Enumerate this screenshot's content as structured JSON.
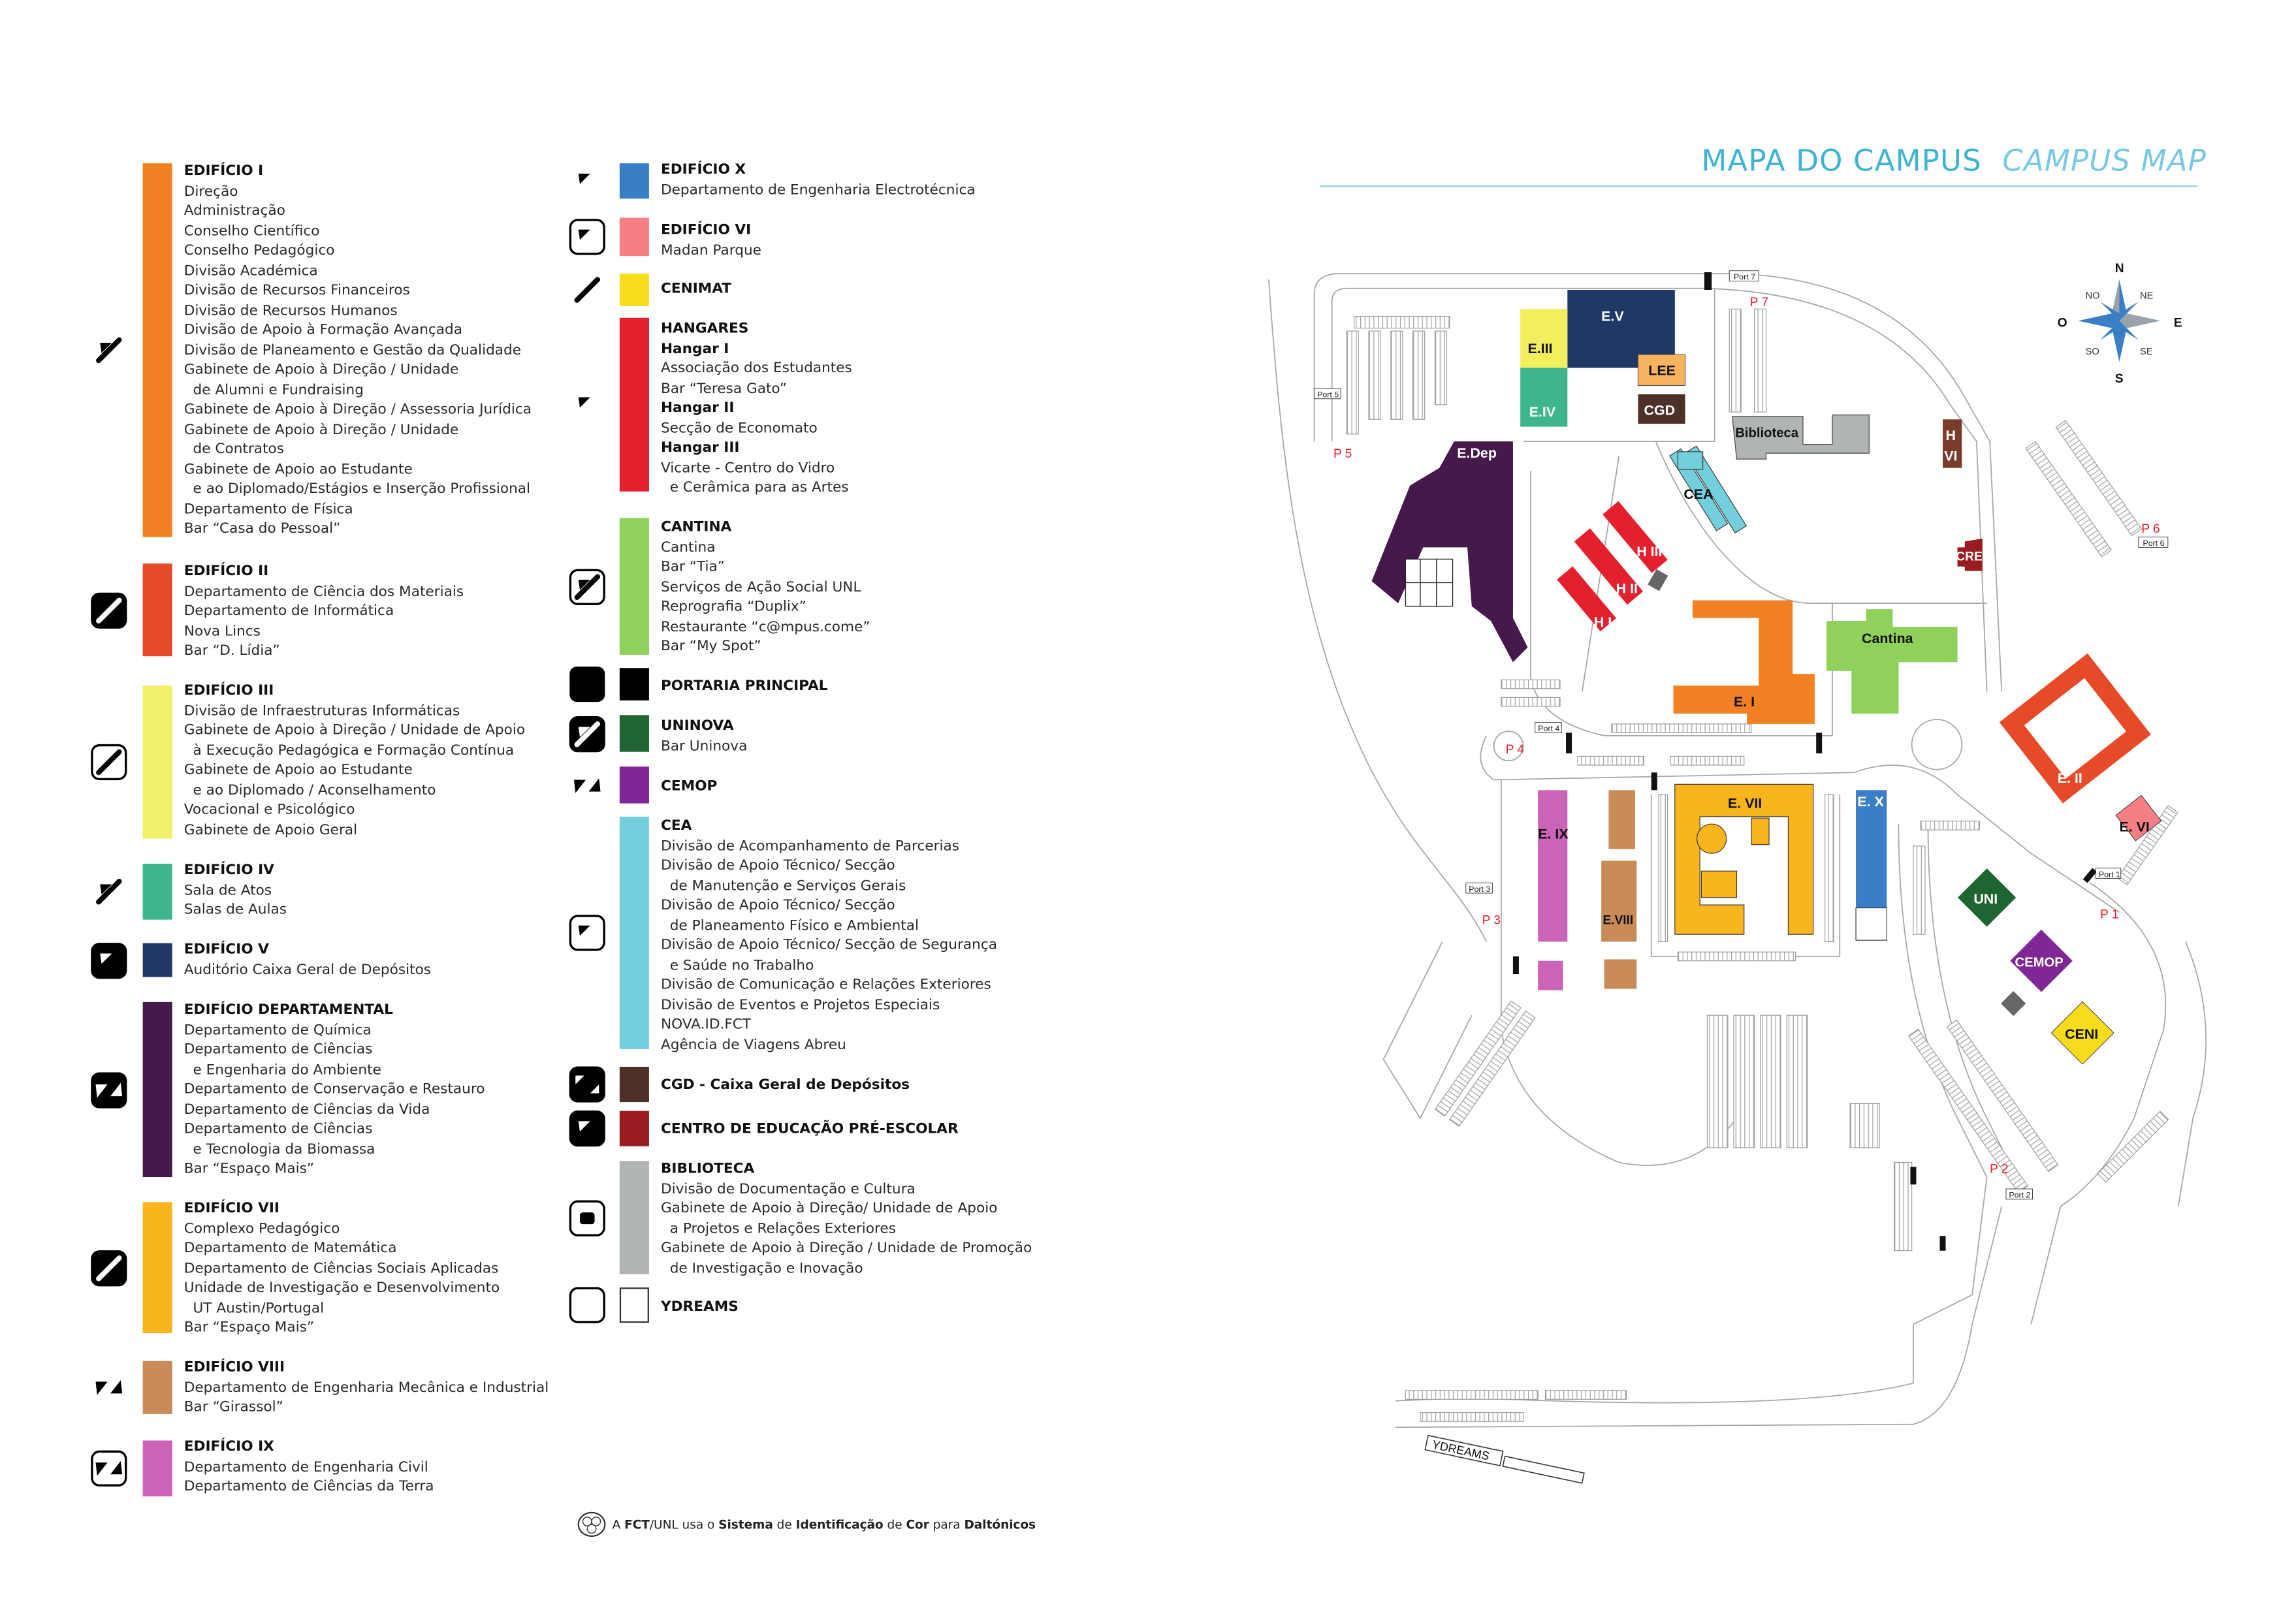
{
  "title": {
    "pt": "MAPA DO CAMPUS",
    "en": "CAMPUS MAP"
  },
  "legend": [
    {
      "icon": "add-orange-icon",
      "color": "#f28123",
      "title": "EDIFÍCIO I",
      "lines": [
        "Direção",
        "Administração",
        "Conselho Científico",
        "Conselho Pedagógico",
        "Divisão Académica",
        "Divisão de Recursos Financeiros",
        "Divisão de Recursos Humanos",
        "Divisão de Apoio à Formação Avançada",
        "Divisão de Planeamento e Gestão da Qualidade",
        "Gabinete de Apoio à Direção / Unidade",
        "  de Alumni e Fundraising",
        "Gabinete de Apoio à Direção / Assessoria Jurídica",
        "Gabinete de Apoio à Direção / Unidade",
        "  de Contratos",
        "Gabinete de Apoio ao Estudante",
        "  e ao Diplomado/Estágios e Inserção Profissional",
        "Departamento de Física",
        "Bar “Casa do Pessoal”"
      ]
    },
    {
      "icon": "add-red-orange-icon",
      "color": "#e64a28",
      "title": "EDIFÍCIO II",
      "lines": [
        "Departamento de Ciência dos Materiais",
        "Departamento de Informática",
        "Nova Lincs",
        "Bar “D. Lídia”"
      ]
    },
    {
      "icon": "add-light-yellow-icon",
      "color": "#f2f06a",
      "title": "EDIFÍCIO III",
      "lines": [
        "Divisão de Infraestruturas Informáticas",
        "Gabinete de Apoio à Direção / Unidade de Apoio",
        "  à Execução Pedagógica e Formação Contínua",
        "Gabinete de Apoio ao Estudante",
        "  e ao Diplomado / Aconselhamento",
        "Vocacional e Psicológico",
        "Gabinete de Apoio Geral"
      ]
    },
    {
      "icon": "add-teal-icon",
      "color": "#3db58e",
      "title": "EDIFÍCIO IV",
      "lines": [
        "Sala de Atos",
        "Salas de Aulas"
      ]
    },
    {
      "icon": "add-navy-icon",
      "color": "#1f3864",
      "title": "EDIFÍCIO V",
      "lines": [
        "Auditório Caixa Geral de Depósitos"
      ]
    },
    {
      "icon": "add-dark-purple-icon",
      "color": "#46194b",
      "title": "EDIFÍCIO DEPARTAMENTAL",
      "lines": [
        "Departamento de Química",
        "Departamento de Ciências",
        "  e Engenharia do Ambiente",
        "Departamento de Conservação e Restauro",
        "Departamento de Ciências da Vida",
        "Departamento de Ciências",
        "  e Tecnologia da Biomassa",
        "Bar “Espaço Mais”"
      ]
    },
    {
      "icon": "add-amber-icon",
      "color": "#f8b51d",
      "title": "EDIFÍCIO VII",
      "lines": [
        "Complexo Pedagógico",
        "Departamento de Matemática",
        "Departamento de Ciências Sociais Aplicadas",
        "Unidade de Investigação e Desenvolvimento",
        "  UT Austin/Portugal",
        "Bar “Espaço Mais”"
      ]
    },
    {
      "icon": "add-tan-icon",
      "color": "#c98b57",
      "title": "EDIFÍCIO VIII",
      "lines": [
        "Departamento de Engenharia Mecânica e Industrial",
        "Bar “Girassol”"
      ]
    },
    {
      "icon": "add-magenta-icon",
      "color": "#cb63b6",
      "title": "EDIFÍCIO IX",
      "lines": [
        "Departamento de Engenharia Civil",
        "Departamento de Ciências da Terra"
      ]
    },
    {
      "icon": "add-blue-icon",
      "color": "#3a7fc6",
      "title": "EDIFÍCIO X",
      "lines": [
        "Departamento de Engenharia Electrotécnica"
      ]
    },
    {
      "icon": "add-pink-icon",
      "color": "#f47f84",
      "title": "EDIFÍCIO VI",
      "lines": [
        "Madan Parque"
      ]
    },
    {
      "icon": "add-yellow-icon",
      "color": "#f8dd1b",
      "title": "CENIMAT",
      "lines": []
    },
    {
      "icon": "add-red-icon",
      "color": "#e5202e",
      "title": "HANGARES",
      "lines": [
        "Hangar I",
        "Associação dos Estudantes",
        "Bar “Teresa Gato”",
        "Hangar II",
        "Secção de Economato",
        "Hangar III",
        "Vicarte - Centro do Vidro",
        "  e Cerâmica para as Artes"
      ],
      "strong": [
        0,
        3,
        5
      ]
    },
    {
      "icon": "add-green-icon",
      "color": "#8fd15a",
      "title": "CANTINA",
      "lines": [
        "Cantina",
        "Bar “Tia”",
        "Serviços de Ação Social UNL",
        "Reprografia “Duplix”",
        "Restaurante “c@mpus.come”",
        "Bar “My Spot”"
      ]
    },
    {
      "icon": "add-black-icon",
      "color": "#000000",
      "title": "PORTARIA PRINCIPAL",
      "lines": []
    },
    {
      "icon": "add-dark-green-icon",
      "color": "#1f6531",
      "title": "UNINOVA",
      "lines": [
        "Bar Uninova"
      ]
    },
    {
      "icon": "add-purple-icon",
      "color": "#7e2795",
      "title": "CEMOP",
      "lines": []
    },
    {
      "icon": "add-cyan-icon",
      "color": "#74cfdc",
      "title": "CEA",
      "lines": [
        "Divisão de Acompanhamento de Parcerias",
        "Divisão de Apoio Técnico/ Secção",
        "  de Manutenção e Serviços Gerais",
        "Divisão de Apoio Técnico/ Secção",
        "  de Planeamento Físico e Ambiental",
        "Divisão de Apoio Técnico/ Secção de Segurança",
        "  e Saúde no Trabalho",
        "Divisão de Comunicação e Relações Exteriores",
        "Divisão de Eventos e Projetos Especiais",
        "NOVA.ID.FCT",
        "Agência de Viagens Abreu"
      ]
    },
    {
      "icon": "add-brown-icon",
      "color": "#4d3027",
      "title": "CGD - Caixa Geral de Depósitos",
      "lines": []
    },
    {
      "icon": "add-dark-red-icon",
      "color": "#9a1c20",
      "title": "CENTRO DE EDUCAÇÃO PRÉ-ESCOLAR",
      "lines": []
    },
    {
      "icon": "add-grey-icon",
      "color": "#b1b4b4",
      "title": "BIBLIOTECA",
      "lines": [
        "Divisão de Documentação e Cultura",
        "Gabinete de Apoio à Direção/ Unidade de Apoio",
        "  a Projetos e Relações Exteriores",
        "Gabinete de Apoio à Direção / Unidade de Promoção",
        "  de Investigação e Inovação"
      ]
    },
    {
      "icon": "add-white-icon",
      "color": "#ffffff",
      "title": "YDREAMS",
      "lines": []
    }
  ],
  "map": {
    "buildings": {
      "ev": "E.V",
      "eiii": "E.III",
      "eiv": "E.IV",
      "lee": "LEE",
      "cgd": "CGD",
      "biblioteca": "Biblioteca",
      "hvi": [
        "H",
        "VI"
      ],
      "cre": "CRE",
      "cea": "CEA",
      "edep": "E.Dep",
      "hiii": "H III",
      "hii": "H II",
      "hi": "H I",
      "ei": "E. I",
      "cantina": "Cantina",
      "eii": "E. II",
      "evi": "E. VI",
      "evii": "E. VII",
      "ex": "E. X",
      "eix": "E. IX",
      "eviii": "E.VIII",
      "uni": "UNI",
      "cemop": "CEMOP",
      "ceni": "CENI",
      "ydreams": "YDREAMS"
    },
    "ports": [
      "Port 1",
      "Port 2",
      "Port 3",
      "Port 4",
      "Port 5",
      "Port 6",
      "Port 7"
    ],
    "parking": [
      "P 1",
      "P 2",
      "P 3",
      "P 4",
      "P 5",
      "P 6",
      "P 7"
    ],
    "compass": {
      "n": "N",
      "s": "S",
      "e": "E",
      "o": "O",
      "ne": "NE",
      "no": "NO",
      "se": "SE",
      "so": "SO"
    }
  },
  "footer": [
    {
      "t": "A ",
      "b": false
    },
    {
      "t": "FCT",
      "b": true
    },
    {
      "t": "/UNL usa o ",
      "b": false
    },
    {
      "t": "Sistema",
      "b": true
    },
    {
      "t": " de ",
      "b": false
    },
    {
      "t": "Identificação",
      "b": true
    },
    {
      "t": " de ",
      "b": false
    },
    {
      "t": "Cor",
      "b": true
    },
    {
      "t": " para ",
      "b": false
    },
    {
      "t": "Daltónicos",
      "b": true
    }
  ]
}
